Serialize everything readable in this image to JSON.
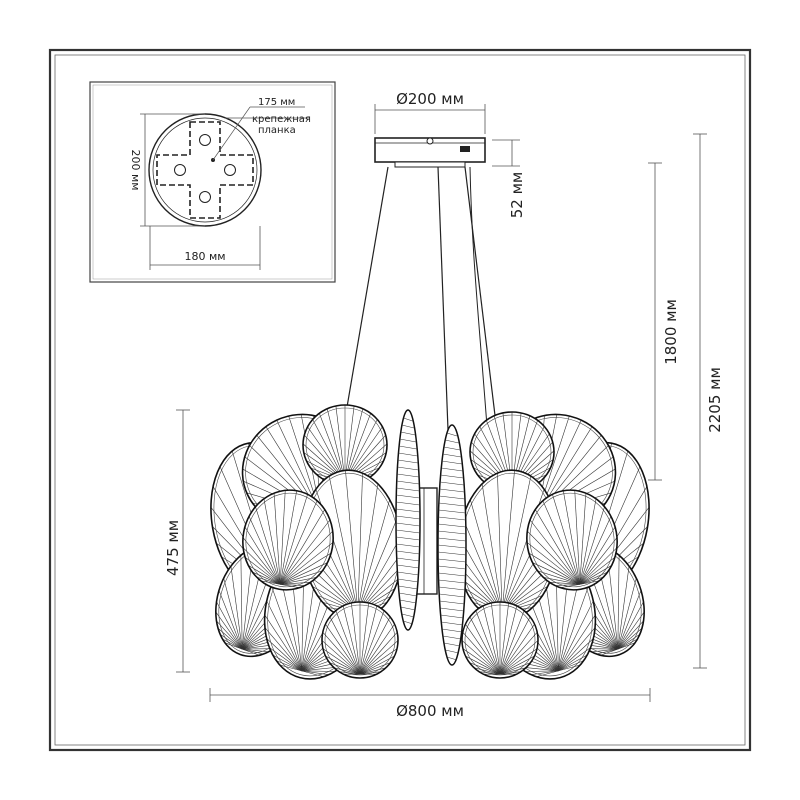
{
  "inset": {
    "label_175": "175 мм",
    "label_mount_line1": "крепежная",
    "label_mount_line2": "планка",
    "label_200": "200 мм",
    "label_180": "180 мм"
  },
  "dimensions": {
    "canopy_diameter": "Ø200 мм",
    "canopy_height": "52 мм",
    "cable_length": "1800 мм",
    "total_height": "2205 мм",
    "shade_height": "475 мм",
    "shade_diameter": "Ø800 мм"
  }
}
